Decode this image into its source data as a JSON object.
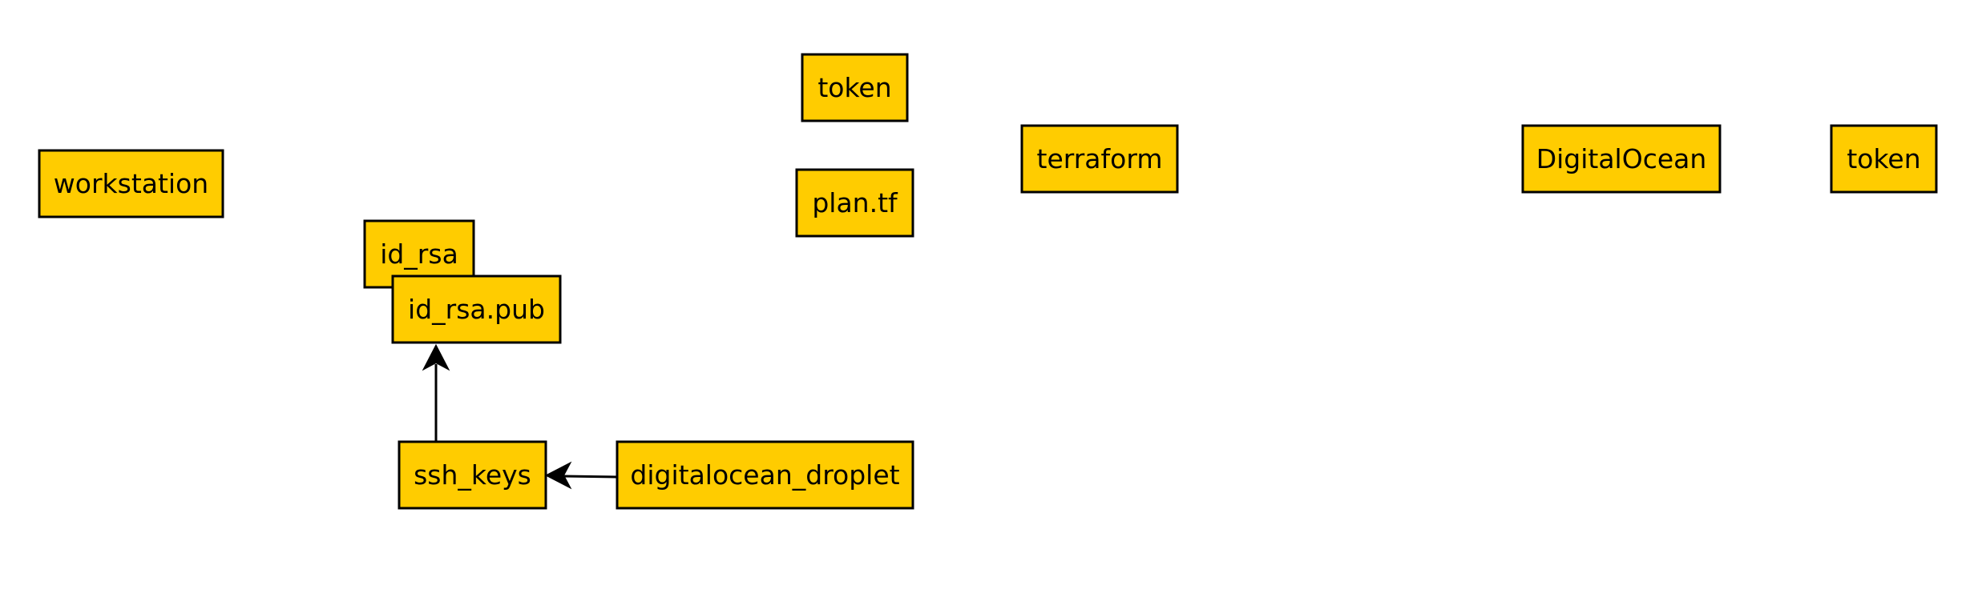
{
  "style": {
    "node_fill": "#FFCC00",
    "node_stroke": "#000000",
    "background": "#FFFFFF"
  },
  "nodes": [
    {
      "id": "workstation",
      "label": "workstation"
    },
    {
      "id": "token_top",
      "label": "token"
    },
    {
      "id": "plan_tf",
      "label": "plan.tf"
    },
    {
      "id": "terraform",
      "label": "terraform"
    },
    {
      "id": "digitalocean",
      "label": "DigitalOcean"
    },
    {
      "id": "token_right",
      "label": "token"
    },
    {
      "id": "id_rsa",
      "label": "id_rsa"
    },
    {
      "id": "id_rsa_pub",
      "label": "id_rsa.pub"
    },
    {
      "id": "ssh_keys",
      "label": "ssh_keys"
    },
    {
      "id": "digitalocean_droplet",
      "label": "digitalocean_droplet"
    }
  ],
  "edges": [
    {
      "from": "ssh_keys",
      "to": "id_rsa_pub"
    },
    {
      "from": "digitalocean_droplet",
      "to": "ssh_keys"
    }
  ]
}
